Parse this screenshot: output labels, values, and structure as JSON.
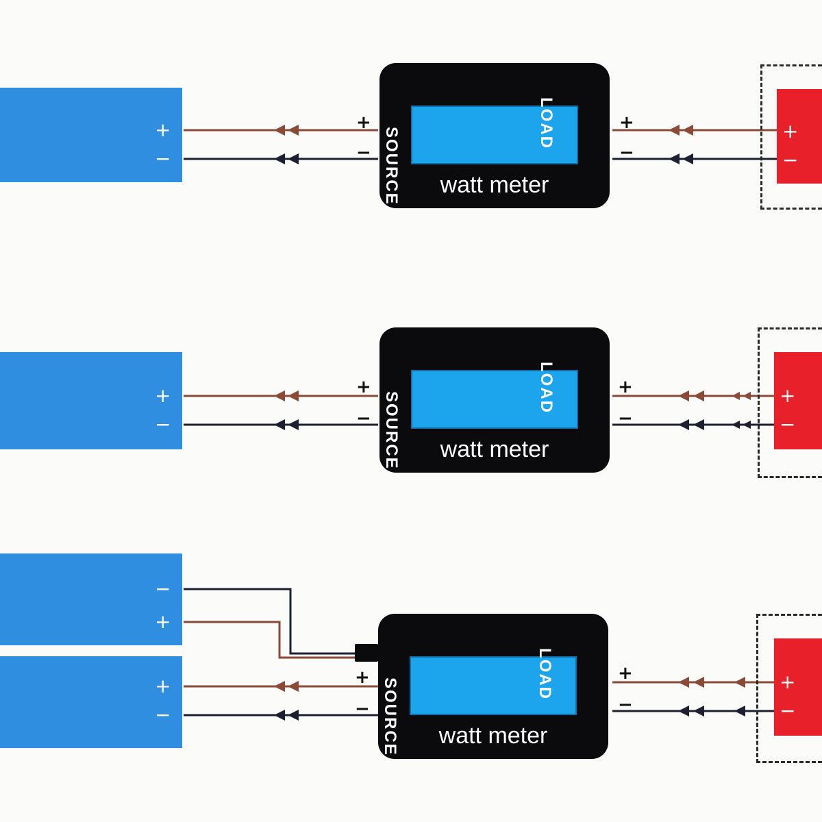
{
  "meter": {
    "label": "watt meter",
    "source_label": "SOURCE",
    "load_label": "LOAD"
  },
  "terminals": {
    "plus": "+",
    "minus": "−"
  },
  "colors": {
    "battery": "#2f8ee0",
    "load": "#e8202a",
    "meter_body": "#0b0b0d",
    "lcd": "#1ca5ec",
    "wire_positive": "#8a4a36",
    "wire_negative": "#1c2030"
  }
}
